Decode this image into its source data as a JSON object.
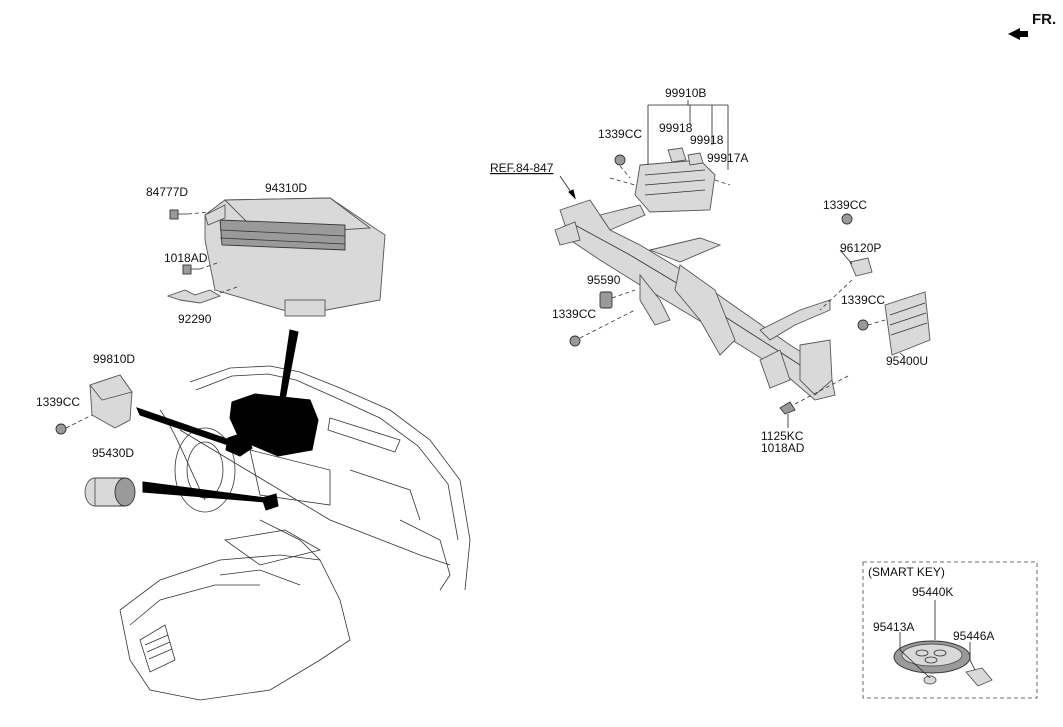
{
  "direction": {
    "label": "FR."
  },
  "reference": {
    "label": "REF.84-847"
  },
  "smart_key_box": {
    "title": "(SMART KEY)"
  },
  "callouts": {
    "p84777D": "84777D",
    "p94310D": "94310D",
    "p1018AD_a": "1018AD",
    "p92290": "92290",
    "p99810D": "99810D",
    "p1339CC_a": "1339CC",
    "p95430D": "95430D",
    "p99910B": "99910B",
    "p99918_a": "99918",
    "p99918_b": "99918",
    "p99917A": "99917A",
    "p1339CC_b": "1339CC",
    "p1339CC_c": "1339CC",
    "p96120P": "96120P",
    "p95590": "95590",
    "p1339CC_d": "1339CC",
    "p1339CC_e": "1339CC",
    "p95400U": "95400U",
    "p1125KC": "1125KC",
    "p1018AD_b": "1018AD",
    "p95440K": "95440K",
    "p95413A": "95413A",
    "p95446A": "95446A"
  }
}
